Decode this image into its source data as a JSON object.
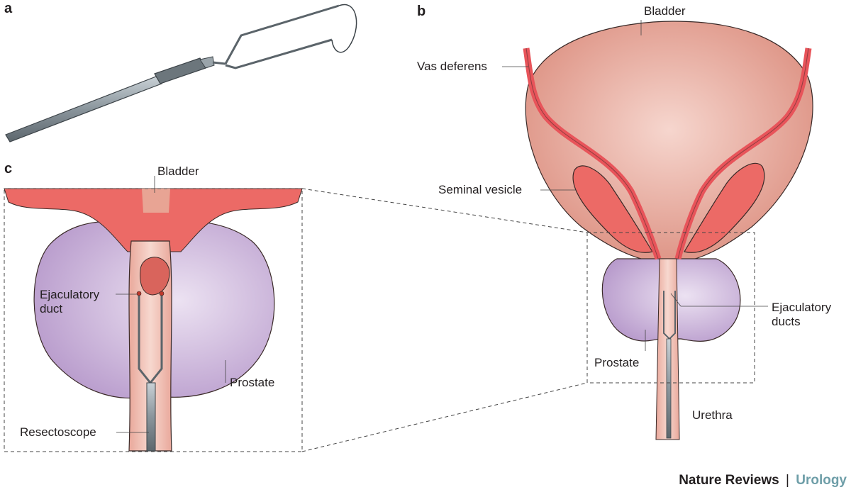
{
  "panels": {
    "a": {
      "letter": "a"
    },
    "b": {
      "letter": "b",
      "labels": {
        "bladder": "Bladder",
        "vas_deferens": "Vas deferens",
        "seminal_vesicle": "Seminal vesicle",
        "ejaculatory_ducts": "Ejaculatory ducts",
        "prostate": "Prostate",
        "urethra": "Urethra"
      }
    },
    "c": {
      "letter": "c",
      "labels": {
        "bladder": "Bladder",
        "ejaculatory_duct": "Ejaculatory duct",
        "prostate": "Prostate",
        "resectoscope": "Resectoscope"
      }
    }
  },
  "footer": {
    "journal": "Nature Reviews",
    "separator": "|",
    "subject": "Urology"
  },
  "colors": {
    "bladder": "#e8a494",
    "vessel": "#e8545a",
    "prostate": "#c3a9d4",
    "instrument": "#7f8a92",
    "subject": "#6e9ea8"
  }
}
